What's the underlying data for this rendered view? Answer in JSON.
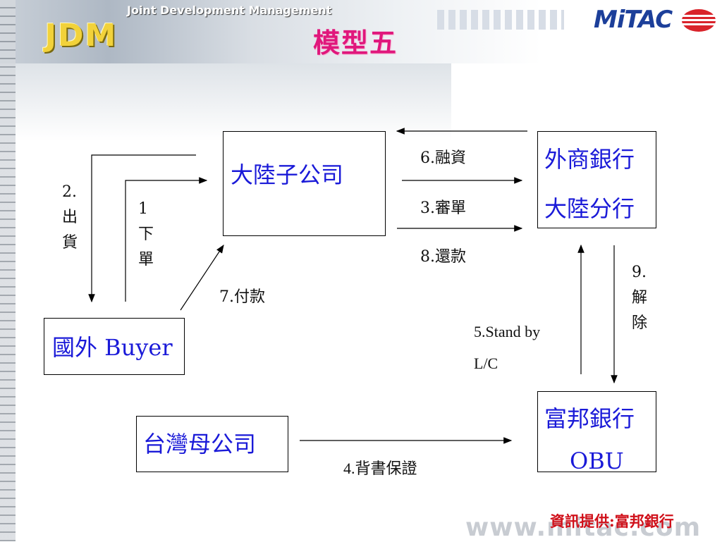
{
  "header": {
    "app_title": "Joint Development Management",
    "logo_text": "JDM",
    "brand": "MiTAC",
    "page_title": "模型五"
  },
  "nodes": {
    "mainland_sub": "大陸子公司",
    "foreign_bank_line1": "外商銀行",
    "foreign_bank_line2": "大陸分行",
    "foreign_buyer": "國外 Buyer",
    "taiwan_parent": "台灣母公司",
    "fubon_line1": "富邦銀行",
    "fubon_line2": "OBU"
  },
  "edges": {
    "ship_num": "2.",
    "ship_c1": "出",
    "ship_c2": "貨",
    "order_num": "1",
    "order_c1": "下",
    "order_c2": "單",
    "financing": "6.融資",
    "review": "3.審單",
    "repay": "8.還款",
    "payment": "7.付款",
    "standby_line1": "5.Stand by",
    "standby_line2": "L/C",
    "release_num": "9.",
    "release_c1": "解",
    "release_c2": "除",
    "guarantee": "4.背書保證"
  },
  "footer": {
    "source": "資訊提供:富邦銀行",
    "website": "www.mitac.com"
  },
  "colors": {
    "node_text": "#1a1ad8",
    "title": "#e0177c",
    "source": "#d0101a"
  }
}
